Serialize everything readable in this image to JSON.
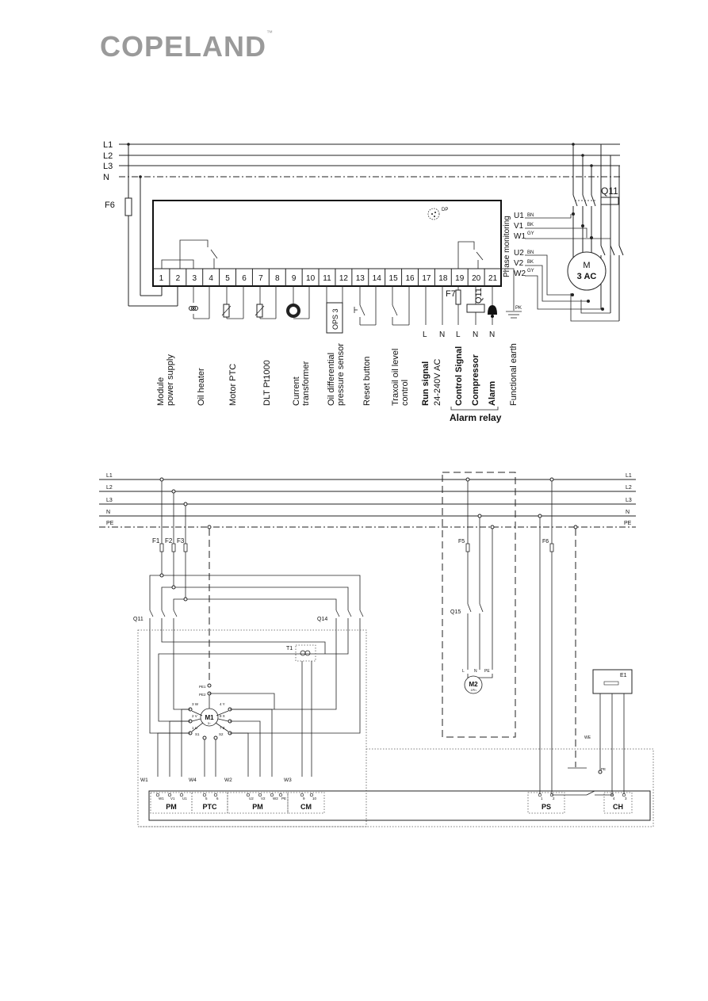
{
  "brand": {
    "name": "COPELAND",
    "tm": "™"
  },
  "diagram1": {
    "lines": [
      "L1",
      "L2",
      "L3",
      "N"
    ],
    "fuse": "F6",
    "contactor": "Q11",
    "dp_label": "DP",
    "phase_monitoring": "Phase monitoring",
    "phase_terminals": [
      "U1",
      "V1",
      "W1",
      "U2",
      "V2",
      "W2"
    ],
    "wire_colors": [
      "BN",
      "BK",
      "GY",
      "BN",
      "BK",
      "GY"
    ],
    "motor": {
      "label": "M",
      "sub": "3 AC"
    },
    "terminals": [
      "1",
      "2",
      "3",
      "4",
      "5",
      "6",
      "7",
      "8",
      "9",
      "10",
      "11",
      "12",
      "13",
      "14",
      "15",
      "16",
      "17",
      "18",
      "19",
      "20",
      "21"
    ],
    "ops_label": "OPS 3",
    "fuse_f7": "F7",
    "q11_coil": "Q11",
    "pk_label": "PK",
    "bottom_letters": [
      "L",
      "N",
      "L",
      "N",
      "N"
    ],
    "labels": [
      {
        "text": "Module\npower supply",
        "bold": false
      },
      {
        "text": "Oil heater",
        "bold": false
      },
      {
        "text": "Motor PTC",
        "bold": false
      },
      {
        "text": "DLT Pt1000",
        "bold": false
      },
      {
        "text": "Current\ntransformer",
        "bold": false
      },
      {
        "text": "Oil differential\npressure sensor",
        "bold": false
      },
      {
        "text": "Reset button",
        "bold": false
      },
      {
        "text": "Traxoil oil level\ncontrol",
        "bold": false
      },
      {
        "text": "Run signal",
        "bold": true
      },
      {
        "text": "24-240V AC",
        "bold": false
      },
      {
        "text": "Control Signal",
        "bold": true
      },
      {
        "text": "Compressor",
        "bold": true
      },
      {
        "text": "Alarm",
        "bold": true
      },
      {
        "text": "Functional earth",
        "bold": false
      }
    ],
    "alarm_relay": "Alarm relay"
  },
  "diagram2": {
    "lines": [
      "L1",
      "L2",
      "L3",
      "N",
      "PE"
    ],
    "fuses": [
      "F1",
      "F2",
      "F3",
      "F5",
      "F6"
    ],
    "contactors": [
      "Q11",
      "Q14",
      "Q15"
    ],
    "transformer": "T1",
    "motor_m1": "M1",
    "motor_m1_sub": "3~",
    "motor_m2": "M2",
    "motor_m2_sub": "1Ph",
    "m2_terms": [
      "L",
      "N",
      "PE"
    ],
    "m1_terms": [
      "1 U",
      "2 V",
      "3 W",
      "4 Y",
      "8 X",
      "7 Z",
      "S1",
      "S2",
      "PE1",
      "PE2"
    ],
    "wire_groups": [
      "W1",
      "W4",
      "W2",
      "W3",
      "WE"
    ],
    "module_groups": [
      "PM",
      "PTC",
      "PM",
      "CM",
      "PS",
      "CH"
    ],
    "module_terms": [
      "W1",
      "V1",
      "U1",
      "5",
      "6",
      "U2",
      "V2",
      "W2",
      "PE",
      "9",
      "10",
      "1",
      "2",
      "4",
      "3"
    ],
    "heater": "E1",
    "pe_small": "PE"
  }
}
